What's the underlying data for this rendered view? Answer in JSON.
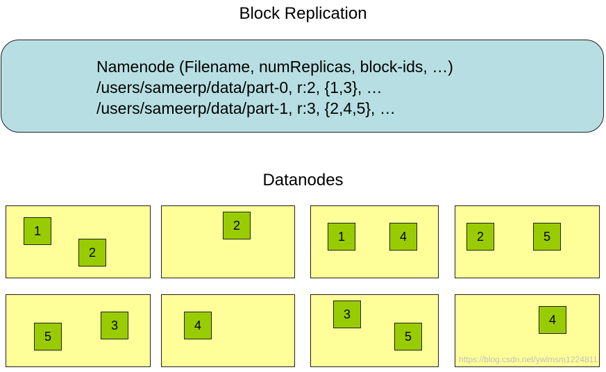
{
  "title": "Block Replication",
  "namenode": {
    "lines": [
      "Namenode (Filename, numReplicas, block-ids, …)",
      "/users/sameerp/data/part-0, r:2, {1,3}, …",
      "/users/sameerp/data/part-1, r:3, {2,4,5}, …"
    ]
  },
  "datanodes_label": "Datanodes",
  "datanodes": [
    {
      "blocks": [
        "1",
        "2"
      ]
    },
    {
      "blocks": [
        "2"
      ]
    },
    {
      "blocks": [
        "1",
        "4"
      ]
    },
    {
      "blocks": [
        "2",
        "5"
      ]
    },
    {
      "blocks": [
        "5",
        "3"
      ]
    },
    {
      "blocks": [
        "4"
      ]
    },
    {
      "blocks": [
        "3",
        "5"
      ]
    },
    {
      "blocks": [
        "4"
      ]
    }
  ],
  "watermark": "https://blog.csdn.net/ywlmsm1224811",
  "colors": {
    "namenode_fill": "#b7dfe3",
    "datanode_fill": "#ffff99",
    "block_fill": "#99cc00"
  }
}
